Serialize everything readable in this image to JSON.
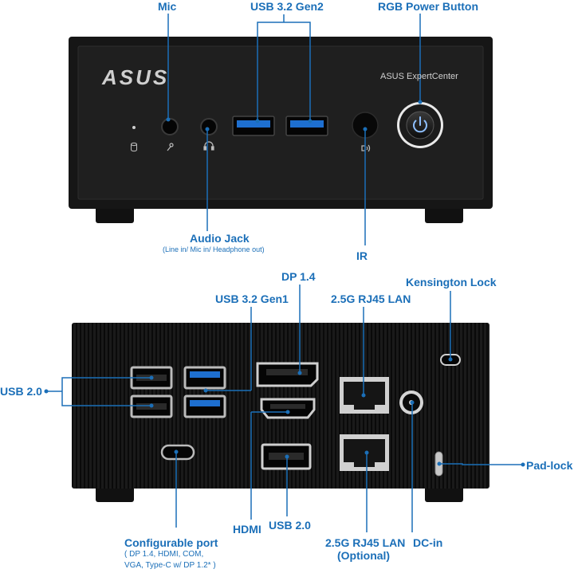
{
  "front": {
    "brand_logo": "ASUS",
    "model_text": "ASUS ExpertCenter",
    "labels": {
      "mic": "Mic",
      "usb32gen2": "USB 3.2 Gen2",
      "rgb_power": "RGB Power Button",
      "audio_jack": "Audio Jack",
      "audio_jack_sub": "(Line in/ Mic in/ Headphone out)",
      "ir": "IR"
    }
  },
  "rear": {
    "labels": {
      "dp14": "DP 1.4",
      "kensington": "Kensington Lock",
      "usb32gen1": "USB 3.2 Gen1",
      "lan25": "2.5G RJ45 LAN",
      "usb20_left": "USB 2.0",
      "padlock": "Pad-lock",
      "hdmi": "HDMI",
      "usb20_bottom": "USB 2.0",
      "lan25_opt_line1": "2.5G RJ45 LAN",
      "lan25_opt_line2": "(Optional)",
      "dcin": "DC-in",
      "config_port": "Configurable port",
      "config_sub_line1": "( DP 1.4, HDMI, COM,",
      "config_sub_line2": "VGA, Type-C w/ DP 1.2* )"
    }
  },
  "colors": {
    "callout": "#1b6fb8",
    "device": "#151515",
    "usb3_blue": "#1e6fd0"
  }
}
